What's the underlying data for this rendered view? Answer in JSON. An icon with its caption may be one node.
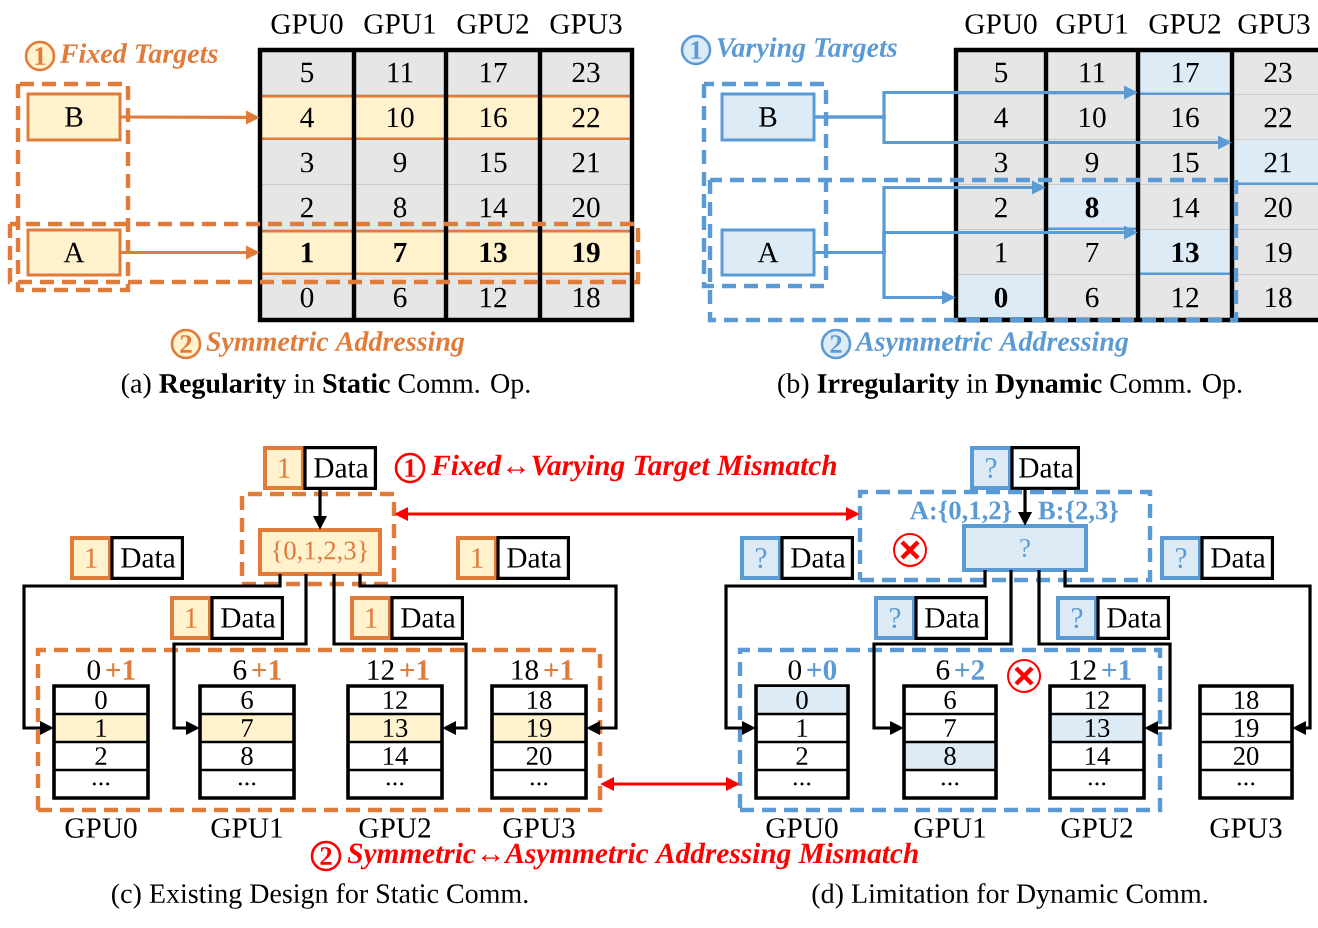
{
  "diagram": {
    "nodes": [
      {
        "text": [
          "B"
        ]
      },
      {
        "text": [
          "A"
        ]
      },
      {
        "text": [
          "5",
          "11",
          "17",
          "23"
        ]
      },
      {
        "text": [
          "4",
          "10",
          "16",
          "22"
        ]
      },
      {
        "text": [
          "3",
          "9",
          "15",
          "21"
        ]
      },
      {
        "text": [
          "2",
          "8",
          "14",
          "20"
        ]
      },
      {
        "text": [
          "1",
          "7",
          "13",
          "19"
        ]
      },
      {
        "text": [
          "0",
          "6",
          "12",
          "18"
        ]
      },
      {
        "text": [
          "B"
        ]
      },
      {
        "text": [
          "A"
        ]
      },
      {
        "text": [
          "5"
        ]
      },
      {
        "text": [
          "11"
        ]
      },
      {
        "text": [
          "17"
        ]
      },
      {
        "text": [
          "23"
        ]
      },
      {
        "text": [
          "4"
        ]
      },
      {
        "text": [
          "10"
        ]
      },
      {
        "text": [
          "16"
        ]
      },
      {
        "text": [
          "22"
        ]
      },
      {
        "text": [
          "3"
        ]
      },
      {
        "text": [
          "9"
        ]
      },
      {
        "text": [
          "15"
        ]
      },
      {
        "text": [
          "21"
        ]
      },
      {
        "text": [
          "2"
        ]
      },
      {
        "text": [
          "8"
        ]
      },
      {
        "text": [
          "14"
        ]
      },
      {
        "text": [
          "20"
        ]
      },
      {
        "text": [
          "1"
        ]
      },
      {
        "text": [
          "7"
        ]
      },
      {
        "text": [
          "13"
        ]
      },
      {
        "text": [
          "19"
        ]
      },
      {
        "text": [
          "0"
        ]
      },
      {
        "text": [
          "6"
        ]
      },
      {
        "text": [
          "12"
        ]
      },
      {
        "text": [
          "18"
        ]
      },
      {
        "text": [
          "1",
          "Data"
        ]
      },
      {
        "text": [],
        "shape": "box"
      },
      {
        "text": [
          "{0,1,2,3}"
        ],
        "in": 35
      },
      {
        "text": [
          "1",
          "Data"
        ]
      },
      {
        "text": [
          "1",
          "Data"
        ]
      },
      {
        "text": [
          "1",
          "Data"
        ]
      },
      {
        "text": [
          "1",
          "Data"
        ]
      },
      {
        "text": [],
        "shape": "box"
      },
      {
        "text": [
          "0",
          "1",
          "2",
          "..."
        ],
        "beside": [
          "0",
          "+1",
          "GPU0"
        ],
        "in": 41
      },
      {
        "text": [
          "6",
          "7",
          "8",
          "..."
        ],
        "beside": [
          "6",
          "+1",
          "GPU1"
        ],
        "in": 41
      },
      {
        "text": [
          "12",
          "13",
          "14",
          "..."
        ],
        "beside": [
          "12",
          "+1",
          "GPU2"
        ],
        "in": 41
      },
      {
        "text": [
          "18",
          "19",
          "20",
          "..."
        ],
        "beside": [
          "18",
          "+1",
          "GPU3"
        ],
        "in": 41
      },
      {
        "text": [
          "?",
          "Data"
        ]
      },
      {
        "text": [
          "A:{0,1,2}",
          "B:{2,3}"
        ]
      },
      {
        "text": [
          "?"
        ],
        "in": 47
      },
      {
        "text": [
          "?",
          "Data"
        ]
      },
      {
        "text": [
          "?",
          "Data"
        ]
      },
      {
        "text": [
          "?",
          "Data"
        ]
      },
      {
        "text": [
          "?",
          "Data"
        ]
      },
      {
        "text": [],
        "shape": "box"
      },
      {
        "text": [
          "0",
          "1",
          "2",
          "..."
        ],
        "beside": [
          "0",
          "+0",
          "GPU0"
        ],
        "in": 53
      },
      {
        "text": [
          "6",
          "7",
          "8",
          "..."
        ],
        "beside": [
          "6",
          "+2",
          "GPU1"
        ],
        "in": 53
      },
      {
        "text": [
          "12",
          "13",
          "14",
          "..."
        ],
        "beside": [
          "12",
          "+1",
          "GPU2"
        ],
        "in": 53
      },
      {
        "text": [
          "18",
          "19",
          "20",
          "..."
        ],
        "beside": [
          "GPU3"
        ]
      }
    ],
    "edges": [
      {
        "from": 0,
        "to": 3,
        "arrow": "to",
        "color": "#e07b39"
      },
      {
        "from": 1,
        "to": 6,
        "arrow": "to",
        "color": "#e07b39"
      },
      {
        "from": 8,
        "to": 12,
        "arrow": "to",
        "color": "#5b9bd5"
      },
      {
        "from": 8,
        "to": 21,
        "arrow": "to",
        "color": "#5b9bd5"
      },
      {
        "from": 9,
        "to": 23,
        "arrow": "to",
        "color": "#5b9bd5"
      },
      {
        "from": 9,
        "to": 28,
        "arrow": "to",
        "color": "#5b9bd5"
      },
      {
        "from": 9,
        "to": 30,
        "arrow": "to",
        "color": "#5b9bd5"
      },
      {
        "from": 34,
        "to": 36,
        "arrow": "to"
      },
      {
        "from": 36,
        "to": 42,
        "arrow": "to"
      },
      {
        "from": 36,
        "to": 43,
        "arrow": "to"
      },
      {
        "from": 36,
        "to": 44,
        "arrow": "to"
      },
      {
        "from": 36,
        "to": 45,
        "arrow": "to"
      },
      {
        "from": 35,
        "to": 47,
        "arrow": "both",
        "color": "#ff0000",
        "label": "Fixed↔Varying Target Mismatch"
      },
      {
        "from": 41,
        "to": 53,
        "arrow": "both",
        "color": "#ff0000",
        "label": "Symmetric↔Asymmetric Addressing Mismatch"
      },
      {
        "from": 46,
        "to": 48,
        "arrow": "to"
      },
      {
        "from": 48,
        "to": 54,
        "arrow": "to"
      },
      {
        "from": 48,
        "to": 55,
        "arrow": "to"
      },
      {
        "from": 48,
        "to": 56,
        "arrow": "to"
      },
      {
        "from": 48,
        "to": 57,
        "arrow": "to"
      }
    ],
    "labels": [
      "GPU0",
      "GPU1",
      "GPU2",
      "GPU3",
      "1",
      "Fixed Targets",
      "GPU0",
      "GPU1",
      "GPU2",
      "GPU3",
      "1",
      "Varying Targets",
      "2",
      "Symmetric Addressing",
      "2",
      "Asymmetric Addressing",
      "(a) **Regularity** in **Static** Comm. Op.",
      "(b) **Irregularity** in **Dynamic** Comm. Op.",
      "1",
      "2",
      "(c) Existing Design for Static Comm.",
      "(d) Limitation for Dynamic Comm."
    ]
  }
}
